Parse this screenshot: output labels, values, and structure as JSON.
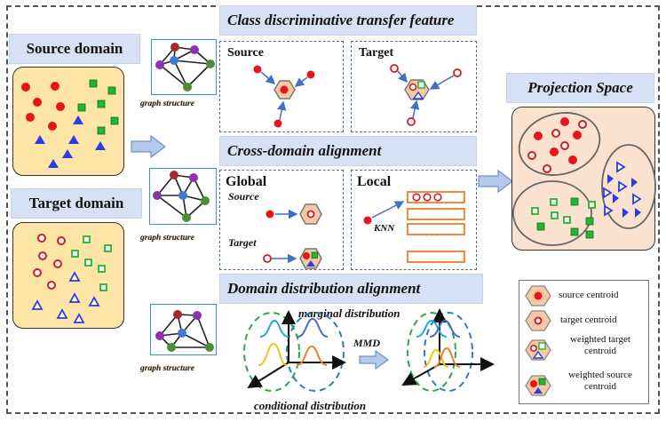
{
  "left": {
    "source_domain_label": "Source domain",
    "target_domain_label": "Target domain"
  },
  "graph_caption": "graph structure",
  "class_discriminative": {
    "title": "Class discriminative transfer feature",
    "source_label": "Source",
    "target_label": "Target"
  },
  "cross_domain": {
    "title": "Cross-domain alignment",
    "global_label": "Global",
    "global_source_label": "Source",
    "global_target_label": "Target",
    "local_label": "Local",
    "knn_label": "KNN",
    "ellipsis": "· · ·"
  },
  "distribution": {
    "title": "Domain distribution alignment",
    "marginal_label": "marginal distribution",
    "conditional_label": "conditional distribution",
    "mmd_label": "MMD"
  },
  "projection": {
    "title": "Projection  Space"
  },
  "legend": {
    "items": [
      {
        "label": "source centroid",
        "icon": "source-centroid-icon"
      },
      {
        "label": "target centroid",
        "icon": "target-centroid-icon"
      },
      {
        "label": "weighted target centroid",
        "line1": "weighted target",
        "line2": "centroid",
        "icon": "weighted-target-centroid-icon"
      },
      {
        "label": "weighted source centroid",
        "line1": "weighted source",
        "line2": "centroid",
        "icon": "weighted-source-centroid-icon"
      }
    ]
  },
  "colors": {
    "red_class": "#e8141b",
    "green_class": "#22b534",
    "blue_class": "#2a3de0",
    "label_bg": "#d6e1f3",
    "domain_bg": "#fde5a8",
    "projection_bg": "#fbe2cf",
    "hexagon_fill": "#f6c9a4",
    "arrow_blue": "#3f6fc6",
    "knn_orange": "#ef7d2a"
  }
}
